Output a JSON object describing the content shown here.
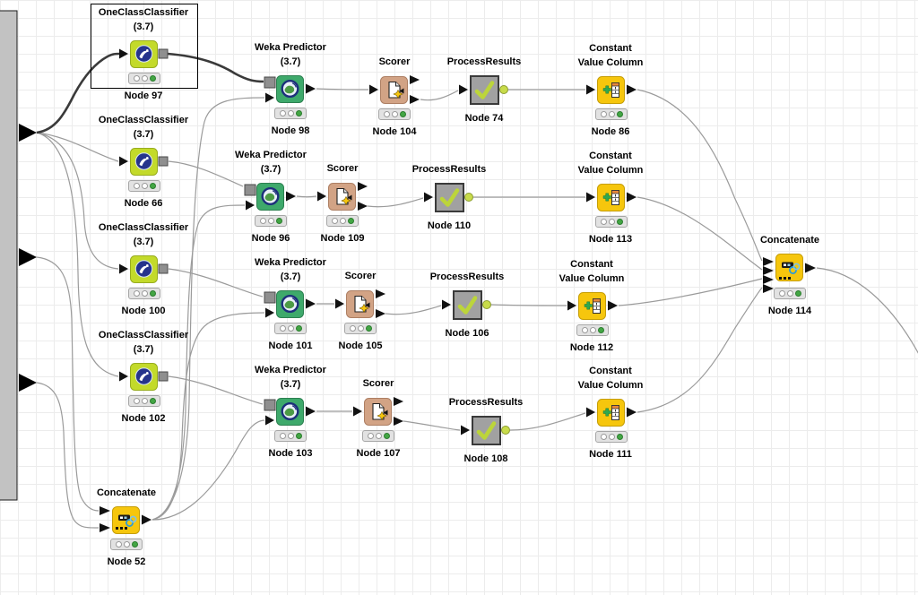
{
  "workflow": {
    "selected_node": "Node 97",
    "colors": {
      "wire": "#9b9b9b",
      "wire_selected": "#3a3a3a",
      "learner_lime": "#c3da2a",
      "predictor_green": "#3ea96b",
      "scorer_tan": "#d2a385",
      "metanode_gray": "#a1a1a1",
      "manipulator_yellow": "#f6c60d",
      "status_green": "#43a644",
      "grid": "#ececec"
    },
    "nodes": {
      "n97": {
        "title1": "OneClassClassifier",
        "title2": "(3.7)",
        "name": "Node 97"
      },
      "n66": {
        "title1": "OneClassClassifier",
        "title2": "(3.7)",
        "name": "Node 66"
      },
      "n100": {
        "title1": "OneClassClassifier",
        "title2": "(3.7)",
        "name": "Node 100"
      },
      "n102": {
        "title1": "OneClassClassifier",
        "title2": "(3.7)",
        "name": "Node 102"
      },
      "n98": {
        "title1": "Weka Predictor",
        "title2": "(3.7)",
        "name": "Node 98"
      },
      "n96": {
        "title1": "Weka Predictor",
        "title2": "(3.7)",
        "name": "Node 96"
      },
      "n101": {
        "title1": "Weka Predictor",
        "title2": "(3.7)",
        "name": "Node 101"
      },
      "n103": {
        "title1": "Weka Predictor",
        "title2": "(3.7)",
        "name": "Node 103"
      },
      "n104": {
        "title1": "Scorer",
        "name": "Node 104"
      },
      "n109": {
        "title1": "Scorer",
        "name": "Node 109"
      },
      "n105": {
        "title1": "Scorer",
        "name": "Node 105"
      },
      "n107": {
        "title1": "Scorer",
        "name": "Node 107"
      },
      "n74": {
        "title1": "ProcessResults",
        "name": "Node 74"
      },
      "n110": {
        "title1": "ProcessResults",
        "name": "Node 110"
      },
      "n106": {
        "title1": "ProcessResults",
        "name": "Node 106"
      },
      "n108": {
        "title1": "ProcessResults",
        "name": "Node 108"
      },
      "n86": {
        "title1": "Constant",
        "title2": "Value Column",
        "name": "Node 86"
      },
      "n113": {
        "title1": "Constant",
        "title2": "Value Column",
        "name": "Node 113"
      },
      "n112": {
        "title1": "Constant",
        "title2": "Value Column",
        "name": "Node 112"
      },
      "n111": {
        "title1": "Constant",
        "title2": "Value Column",
        "name": "Node 111"
      },
      "n114": {
        "title1": "Concatenate",
        "name": "Node 114"
      },
      "n52": {
        "title1": "Concatenate",
        "name": "Node 52"
      }
    }
  }
}
